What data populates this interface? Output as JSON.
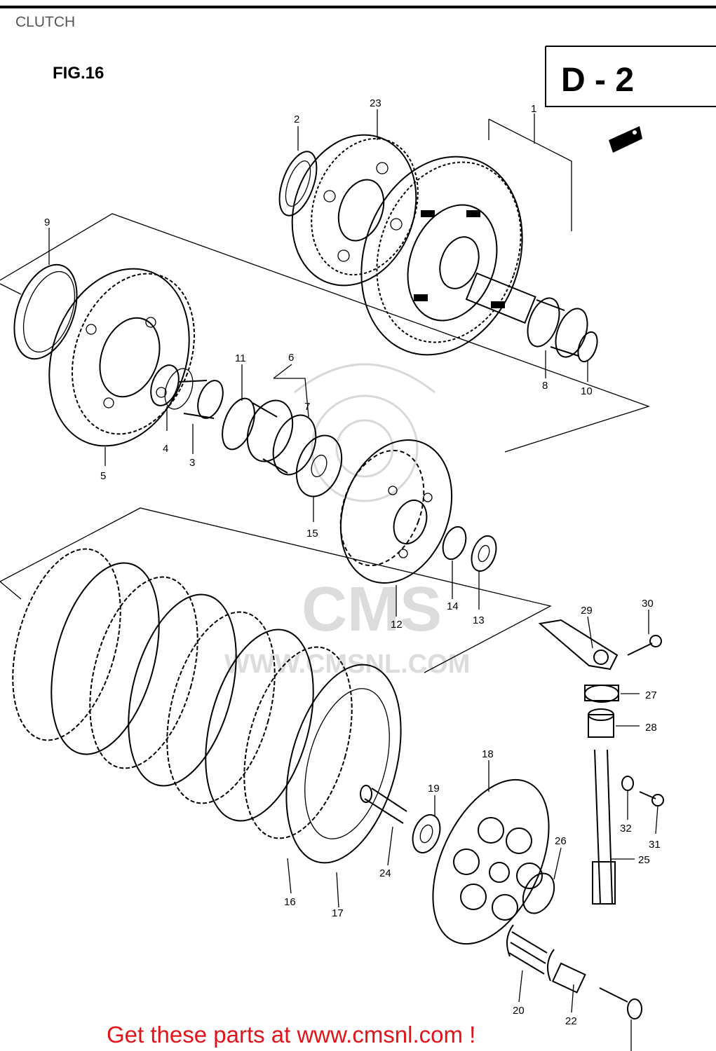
{
  "header": {
    "section_title": "CLUTCH",
    "figure_label": "FIG.16",
    "page_code": "D - 2"
  },
  "watermark": {
    "logo_text": "CMS",
    "url_text": "WWW.CMSNL.COM"
  },
  "callouts": {
    "c1": "1",
    "c2": "2",
    "c3": "3",
    "c4": "4",
    "c5": "5",
    "c6": "6",
    "c7": "7",
    "c8": "8",
    "c9": "9",
    "c10": "10",
    "c11": "11",
    "c12": "12",
    "c13": "13",
    "c14": "14",
    "c15": "15",
    "c16": "16",
    "c17": "17",
    "c18": "18",
    "c19": "19",
    "c20": "20",
    "c22": "22",
    "c23": "23",
    "c24": "24",
    "c25": "25",
    "c26": "26",
    "c27": "27",
    "c28": "28",
    "c29": "29",
    "c30": "30",
    "c31": "31",
    "c32": "32"
  },
  "footer": {
    "cta_text": "Get these parts at www.cmsnl.com !"
  },
  "colors": {
    "ink": "#000000",
    "watermark": "#d8d8d8",
    "cta": "#e0141a"
  }
}
